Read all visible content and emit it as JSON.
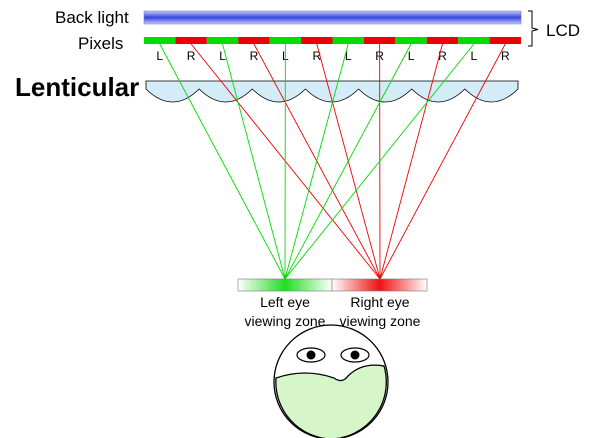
{
  "labels": {
    "backlight": "Back light",
    "pixels": "Pixels",
    "lcd": "LCD",
    "lenticular": "Lenticular",
    "left_zone_line1": "Left eye",
    "left_zone_line2": "viewing zone",
    "right_zone_line1": "Right eye",
    "right_zone_line2": "viewing zone"
  },
  "pixel_labels": [
    "L",
    "R",
    "L",
    "R",
    "L",
    "R",
    "L",
    "R",
    "L",
    "R",
    "L",
    "R"
  ],
  "colors": {
    "left": "#00dd00",
    "right": "#ee0000",
    "backlight": "#3344dd",
    "lens_fill": "#d4ecf8",
    "face_fill": "#d6f5c8"
  }
}
